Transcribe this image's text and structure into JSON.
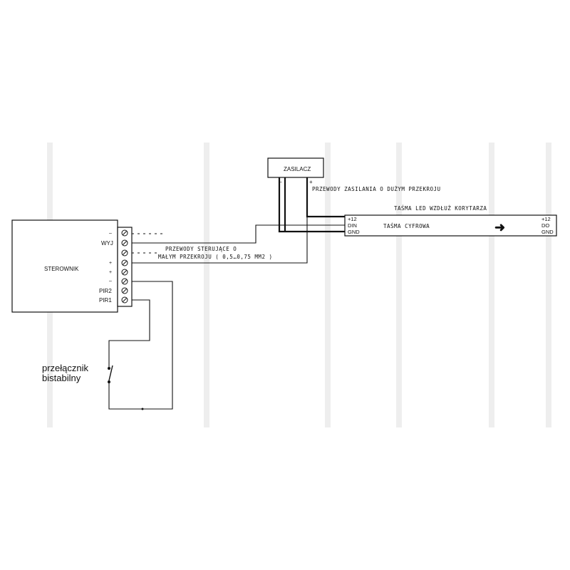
{
  "controller": {
    "title": "STEROWNIK",
    "terminals": [
      "–",
      "WYJ",
      "+",
      "+",
      "–",
      "PIR2",
      "PIR1"
    ]
  },
  "power_supply": {
    "title": "ZASILACZ",
    "minus": "–",
    "plus": "+"
  },
  "notes": {
    "power_wires": "PRZEWODY ZASILANIA O DUŻYM PRZEKROJU",
    "control_wires_line1": "PRZEWODY STERUJĄCE O",
    "control_wires_line2": "MAŁYM PRZEKROJU ( 0,5…0,75 MM2 )"
  },
  "led_strip": {
    "title": "TAŚMA LED WZDŁUŻ KORYTARZA",
    "label": "TAŚMA CYFROWA",
    "left_pins": [
      "+12",
      "DIN",
      "GND"
    ],
    "right_pins": [
      "+12",
      "DO",
      "GND"
    ],
    "arrow": "➜"
  },
  "switch": {
    "line1": "przełącznik",
    "line2": "bistabilny"
  },
  "colors": {
    "ink": "#111111",
    "background": "#ffffff"
  }
}
